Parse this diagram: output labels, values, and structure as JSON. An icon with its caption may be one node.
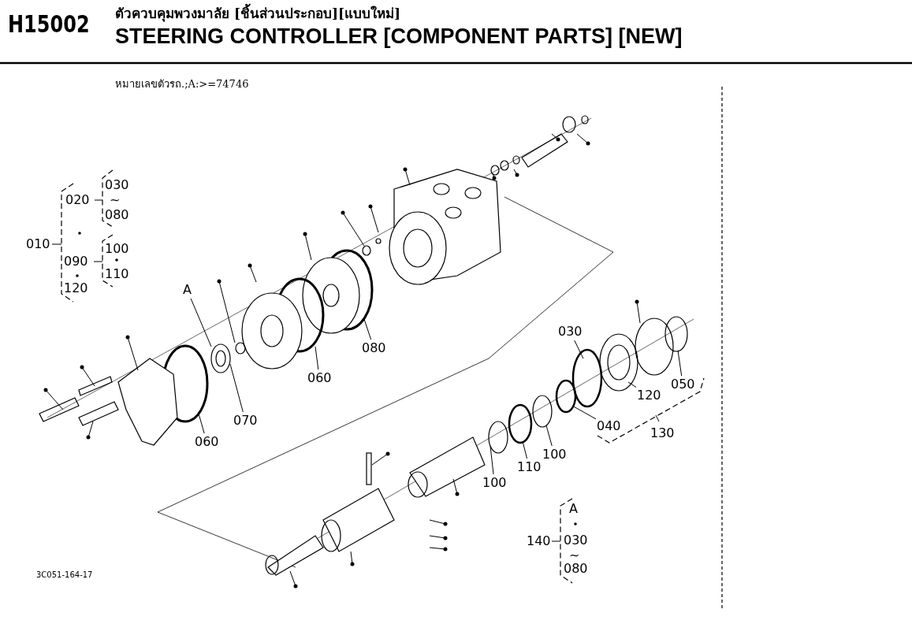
{
  "diagram": {
    "title": "STEERING CONTROLLER [COMPONENT PARTS] [NEW]",
    "nodes": [
      {
        "text": [
          "A"
        ]
      },
      {
        "text": [
          "070"
        ]
      },
      {
        "text": [
          "060"
        ]
      },
      {
        "text": [
          "060"
        ]
      },
      {
        "text": [
          "080"
        ]
      },
      {
        "text": [
          "030"
        ]
      },
      {
        "text": [
          "120"
        ]
      },
      {
        "text": [
          "050"
        ]
      },
      {
        "text": [
          "040"
        ]
      },
      {
        "text": [
          "100"
        ]
      },
      {
        "text": [
          "110"
        ]
      },
      {
        "text": [
          "100"
        ]
      }
    ],
    "edges": [
      {
        "from": 0,
        "to": null,
        "arrow": "none"
      },
      {
        "from": 1,
        "to": null,
        "arrow": "none"
      },
      {
        "from": 2,
        "to": null,
        "arrow": "none"
      },
      {
        "from": 3,
        "to": null,
        "arrow": "none"
      },
      {
        "from": 4,
        "to": null,
        "arrow": "none"
      },
      {
        "from": 5,
        "to": null,
        "arrow": "none"
      },
      {
        "from": 6,
        "to": null,
        "arrow": "none"
      },
      {
        "from": 7,
        "to": null,
        "arrow": "none"
      },
      {
        "from": 8,
        "to": null,
        "arrow": "none"
      },
      {
        "from": 9,
        "to": null,
        "arrow": "none"
      },
      {
        "from": 10,
        "to": null,
        "arrow": "none"
      },
      {
        "from": 11,
        "to": null,
        "arrow": "none"
      }
    ],
    "labels": [
      "H15002",
      "ตัวควบคุมพวงมาลัย [ชิ้นส่วนประกอบ][แบบใหม่]",
      "หมายเลขตัวรถ.;A:>=74746",
      "020",
      "030",
      "~",
      "080",
      "010",
      "090",
      "100",
      "110",
      "120",
      "130",
      "A",
      "140",
      "030",
      "~",
      "080",
      "3C051-164-17"
    ]
  }
}
